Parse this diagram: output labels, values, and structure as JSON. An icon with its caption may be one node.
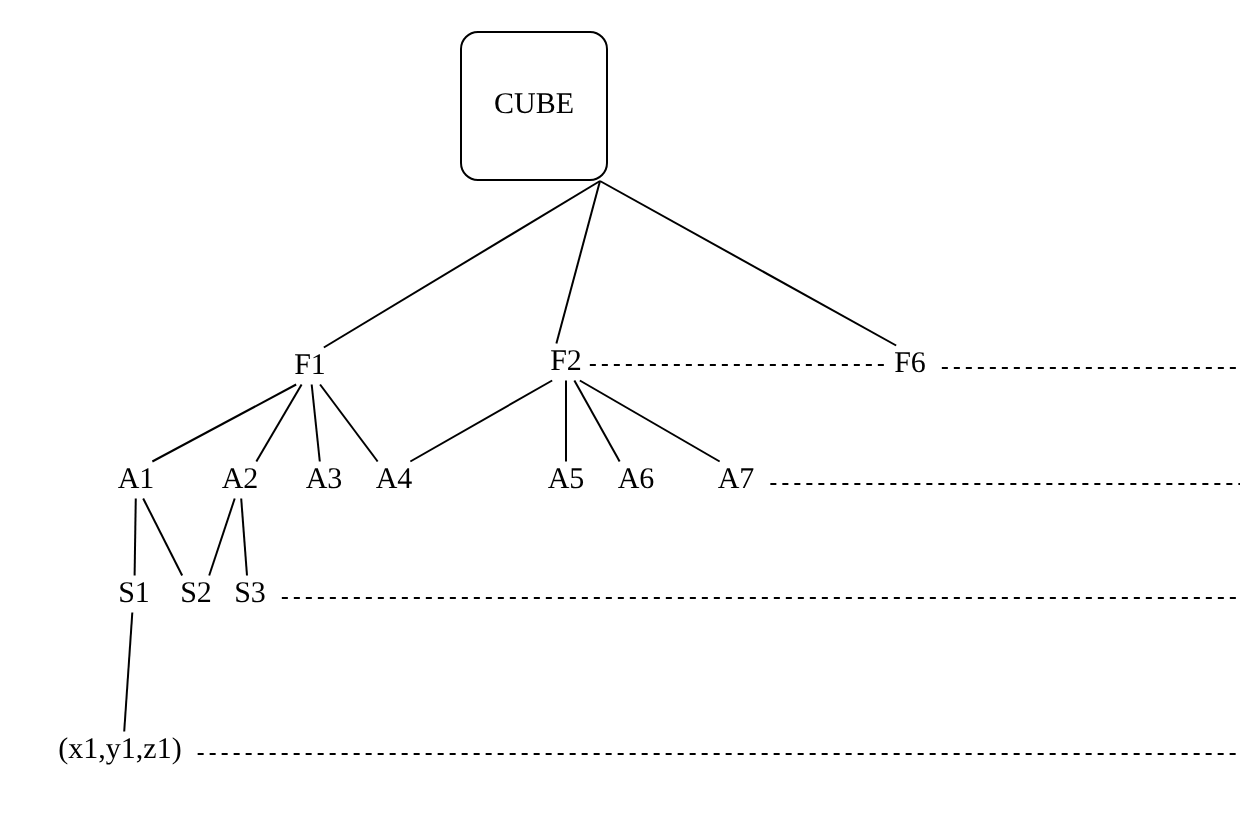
{
  "diagram": {
    "nodes": [
      {
        "text": [
          "CUBE"
        ]
      },
      {
        "text": [
          "F1"
        ]
      },
      {
        "text": [
          "F2"
        ]
      },
      {
        "text": [
          "F6"
        ]
      },
      {
        "text": [
          "A1"
        ]
      },
      {
        "text": [
          "A2"
        ]
      },
      {
        "text": [
          "A3"
        ]
      },
      {
        "text": [
          "A4"
        ]
      },
      {
        "text": [
          "A5"
        ]
      },
      {
        "text": [
          "A6"
        ]
      },
      {
        "text": [
          "A7"
        ]
      },
      {
        "text": [
          "S1"
        ]
      },
      {
        "text": [
          "S2"
        ]
      },
      {
        "text": [
          "S3"
        ]
      },
      {
        "text": [
          "(x1,y1,z1)"
        ]
      }
    ],
    "edges": [
      {
        "from": 0,
        "to": 1,
        "arrow": "none"
      },
      {
        "from": 0,
        "to": 2,
        "arrow": "none"
      },
      {
        "from": 0,
        "to": 3,
        "arrow": "none"
      },
      {
        "from": 2,
        "to": 3,
        "arrow": "none",
        "style": "dashed"
      },
      {
        "from": 3,
        "to": null,
        "arrow": "none",
        "style": "dashed"
      },
      {
        "from": 1,
        "to": 4,
        "arrow": "none"
      },
      {
        "from": 1,
        "to": 5,
        "arrow": "none"
      },
      {
        "from": 1,
        "to": 6,
        "arrow": "none"
      },
      {
        "from": 1,
        "to": 7,
        "arrow": "none"
      },
      {
        "from": 2,
        "to": 7,
        "arrow": "none"
      },
      {
        "from": 2,
        "to": 8,
        "arrow": "none"
      },
      {
        "from": 2,
        "to": 9,
        "arrow": "none"
      },
      {
        "from": 2,
        "to": 10,
        "arrow": "none"
      },
      {
        "from": 10,
        "to": null,
        "arrow": "none",
        "style": "dashed"
      },
      {
        "from": 4,
        "to": 11,
        "arrow": "none"
      },
      {
        "from": 4,
        "to": 12,
        "arrow": "none"
      },
      {
        "from": 5,
        "to": 12,
        "arrow": "none"
      },
      {
        "from": 5,
        "to": 13,
        "arrow": "none"
      },
      {
        "from": 13,
        "to": null,
        "arrow": "none",
        "style": "dashed"
      },
      {
        "from": 11,
        "to": 14,
        "arrow": "none"
      },
      {
        "from": 14,
        "to": null,
        "arrow": "none",
        "style": "dashed"
      }
    ]
  }
}
